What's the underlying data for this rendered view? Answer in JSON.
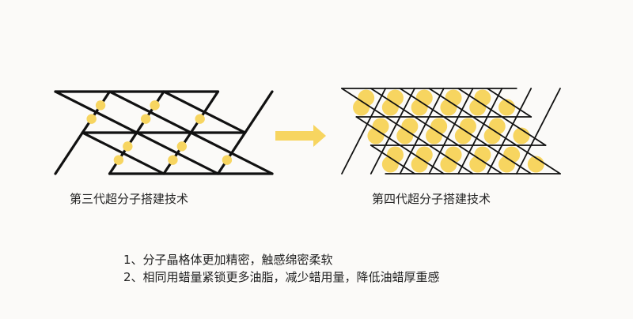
{
  "left_lattice": {
    "caption": "第三代超分子搭建技术"
  },
  "right_lattice": {
    "caption": "第四代超分子搭建技术"
  },
  "notes": [
    "1、分子晶格体更加精密，触感绵密柔软",
    "2、相同用蜡量紧锁更多油脂，减少蜡用量，降低油蜡厚重感"
  ],
  "colors": {
    "background": "#fbfaf8",
    "lattice_stroke": "#111111",
    "molecule_fill": "#f7d560",
    "arrow": "#f7d560"
  }
}
